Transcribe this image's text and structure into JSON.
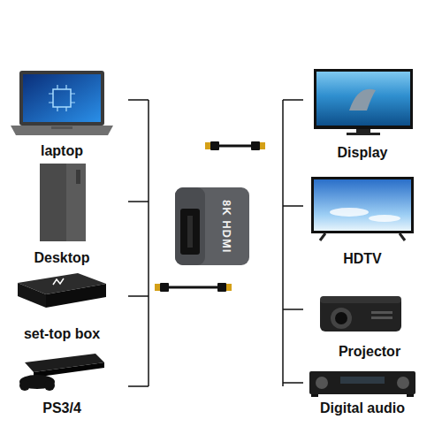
{
  "diagram": {
    "nodes": [
      {
        "text": [
          "laptop"
        ]
      },
      {
        "text": [
          "Desktop"
        ]
      },
      {
        "text": [
          "set-top box"
        ]
      },
      {
        "text": [
          "PS3/4"
        ]
      },
      {
        "text": [
          "8K HDMI"
        ]
      },
      {
        "text": [
          "Display"
        ]
      },
      {
        "text": [
          "HDTV"
        ]
      },
      {
        "text": [
          "Projector"
        ]
      },
      {
        "text": [
          "Digital audio"
        ]
      }
    ]
  }
}
